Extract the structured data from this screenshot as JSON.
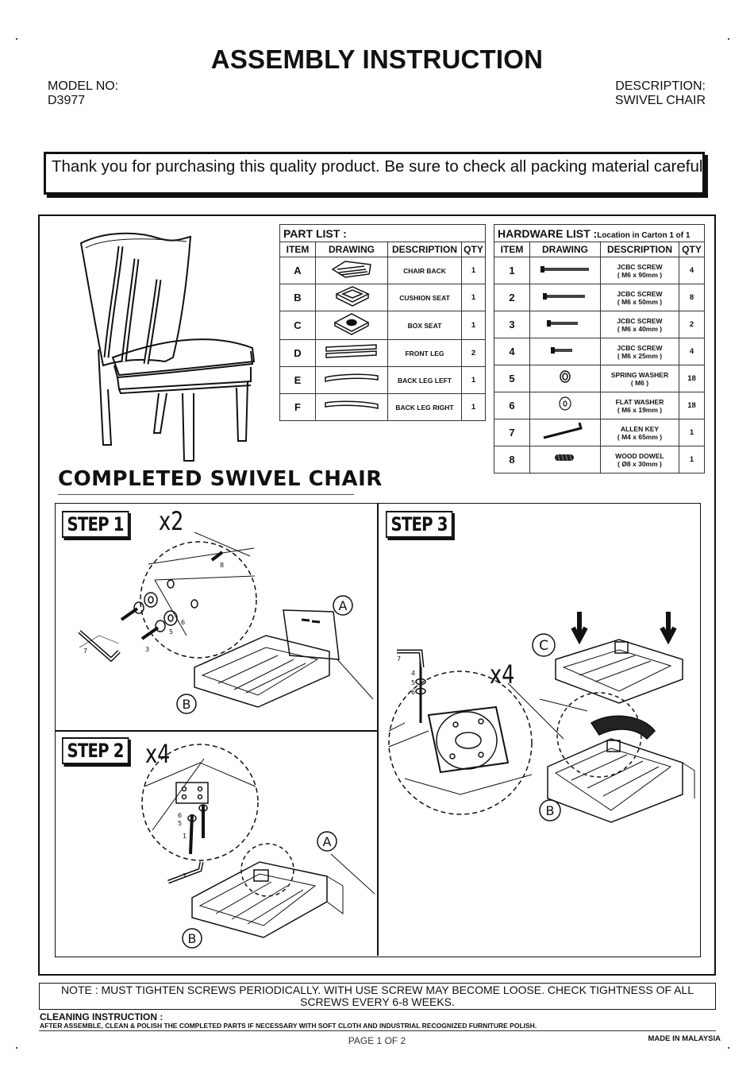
{
  "header": {
    "title": "ASSEMBLY INSTRUCTION",
    "model_label": "MODEL NO:",
    "model_value": "D3977",
    "desc_label": "DESCRIPTION:",
    "desc_value": "SWIVEL CHAIR"
  },
  "intro": "Thank you for purchasing this quality product. Be sure to check all packing material carefully for small parts that may have come loose inside the carton during shipment.",
  "part_list": {
    "caption": "PART LIST :",
    "headers": [
      "ITEM",
      "DRAWING",
      "DESCRIPTION",
      "QTY"
    ],
    "rows": [
      {
        "item": "A",
        "description": "CHAIR BACK",
        "qty": "1"
      },
      {
        "item": "B",
        "description": "CUSHION SEAT",
        "qty": "1"
      },
      {
        "item": "C",
        "description": "BOX SEAT",
        "qty": "1"
      },
      {
        "item": "D",
        "description": "FRONT LEG",
        "qty": "2"
      },
      {
        "item": "E",
        "description": "BACK LEG LEFT",
        "qty": "1"
      },
      {
        "item": "F",
        "description": "BACK LEG RIGHT",
        "qty": "1"
      }
    ]
  },
  "hardware_list": {
    "caption": "HARDWARE LIST :",
    "location": "Location in Carton 1 of 1",
    "headers": [
      "ITEM",
      "DRAWING",
      "DESCRIPTION",
      "QTY"
    ],
    "rows": [
      {
        "item": "1",
        "description": "JCBC SCREW\n( M6 x 90mm )",
        "qty": "4"
      },
      {
        "item": "2",
        "description": "JCBC SCREW\n( M6 x 50mm )",
        "qty": "8"
      },
      {
        "item": "3",
        "description": "JCBC SCREW\n( M6 x 40mm )",
        "qty": "2"
      },
      {
        "item": "4",
        "description": "JCBC SCREW\n( M6 x 25mm )",
        "qty": "4"
      },
      {
        "item": "5",
        "description": "SPRING WASHER\n( M6 )",
        "qty": "18"
      },
      {
        "item": "6",
        "description": "FLAT WASHER\n( M6 x 19mm )",
        "qty": "18"
      },
      {
        "item": "7",
        "description": "ALLEN KEY\n( M4 x 65mm )",
        "qty": "1"
      },
      {
        "item": "8",
        "description": "WOOD DOWEL\n( Ø8 x 30mm )",
        "qty": "1"
      }
    ]
  },
  "completed_label": "COMPLETED SWIVEL CHAIR",
  "steps": [
    {
      "label": "STEP 1",
      "multiplier": "x2"
    },
    {
      "label": "STEP 2",
      "multiplier": "x4"
    },
    {
      "label": "STEP 3",
      "multiplier": "x4"
    }
  ],
  "callouts": {
    "a": "A",
    "b": "B",
    "c": "C",
    "n1": "1",
    "n3": "3",
    "n4": "4",
    "n5": "5",
    "n6": "6",
    "n7": "7",
    "n8": "8"
  },
  "note": "NOTE : MUST TIGHTEN SCREWS PERIODICALLY. WITH USE SCREW MAY BECOME LOOSE. CHECK TIGHTNESS OF ALL SCREWS EVERY 6-8 WEEKS.",
  "cleaning": {
    "title": "CLEANING INSTRUCTION :",
    "body": "AFTER ASSEMBLE, CLEAN & POLISH THE COMPLETED PARTS IF NECESSARY WITH SOFT CLOTH AND INDUSTRIAL RECOGNIZED FURNITURE POLISH."
  },
  "footer": {
    "page": "PAGE 1 OF 2",
    "made_in": "MADE IN MALAYSIA"
  }
}
